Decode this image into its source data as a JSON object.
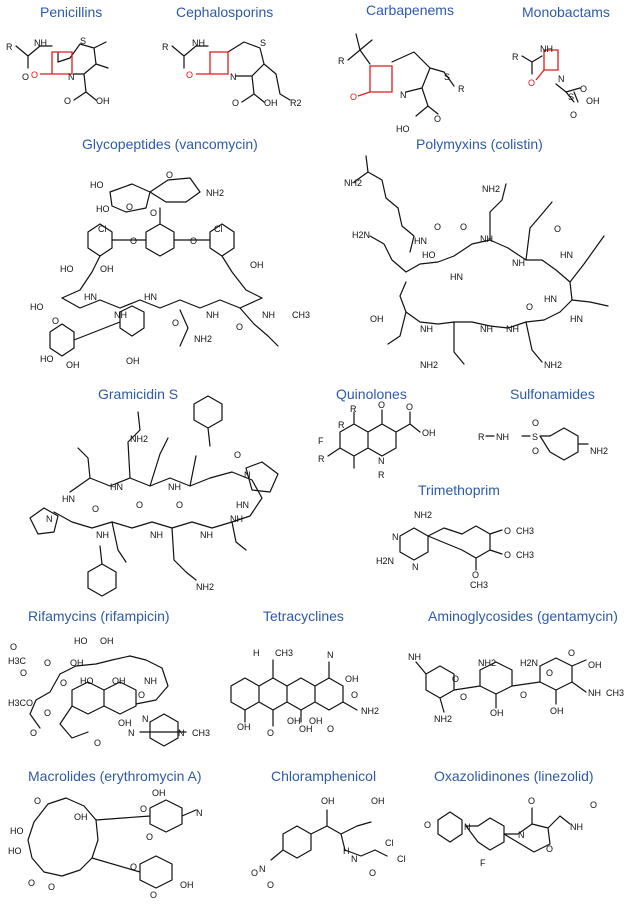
{
  "classes": [
    {
      "id": "penicillins",
      "name": "Penicillins",
      "atoms": [
        "R",
        "NH",
        "S",
        "O",
        "N",
        "OH",
        "O"
      ]
    },
    {
      "id": "cephalosporins",
      "name": "Cephalosporins",
      "atoms": [
        "R",
        "NH",
        "S",
        "O",
        "N",
        "OH",
        "O",
        "R2"
      ]
    },
    {
      "id": "carbapenems",
      "name": "Carbapenems",
      "atoms": [
        "R",
        "S",
        "R",
        "O",
        "N",
        "HO",
        "O"
      ]
    },
    {
      "id": "monobactams",
      "name": "Monobactams",
      "atoms": [
        "R",
        "NH",
        "O",
        "N",
        "S",
        "O",
        "OH",
        "O"
      ]
    },
    {
      "id": "glycopeptides",
      "name": "Glycopeptides (vancomycin)",
      "atoms": [
        "HO",
        "HO",
        "O",
        "O",
        "NH2",
        "O",
        "Cl",
        "Cl",
        "O",
        "O",
        "OH",
        "HO",
        "OH",
        "HN",
        "HN",
        "NH",
        "NH",
        "NH",
        "CH3",
        "HO",
        "O",
        "HO",
        "OH",
        "OH",
        "O",
        "NH2",
        "O"
      ]
    },
    {
      "id": "polymyxins",
      "name": "Polymyxins (colistin)",
      "atoms": [
        "NH2",
        "NH2",
        "H2N",
        "HN",
        "NH",
        "NH",
        "HN",
        "HO",
        "OH",
        "HN",
        "HN",
        "NH",
        "NH",
        "NH",
        "O",
        "O",
        "O",
        "O",
        "NH2",
        "NH2",
        "HN"
      ]
    },
    {
      "id": "gramicidin",
      "name": "Gramicidin S",
      "atoms": [
        "NH2",
        "HN",
        "HN",
        "NH",
        "NH",
        "N",
        "N",
        "O",
        "O",
        "O",
        "O",
        "NH",
        "NH",
        "NH",
        "HN",
        "NH2"
      ]
    },
    {
      "id": "quinolones",
      "name": "Quinolones",
      "atoms": [
        "R",
        "F",
        "R",
        "R",
        "N",
        "O",
        "O",
        "OH",
        "R"
      ]
    },
    {
      "id": "sulfonamides",
      "name": "Sulfonamides",
      "atoms": [
        "R",
        "NH",
        "S",
        "O",
        "O",
        "NH2"
      ]
    },
    {
      "id": "trimethoprim",
      "name": "Trimethoprim",
      "atoms": [
        "NH2",
        "N",
        "N",
        "H2N",
        "O",
        "CH3",
        "O",
        "CH3",
        "O",
        "CH3"
      ]
    },
    {
      "id": "rifamycins",
      "name": "Rifamycins (rifampicin)",
      "atoms": [
        "O",
        "H3C",
        "O",
        "HO",
        "OH",
        "OH",
        "HO",
        "O",
        "OH",
        "NH",
        "H3CO",
        "O",
        "O",
        "O",
        "OH",
        "N",
        "N",
        "N",
        "CH3",
        "O",
        "O"
      ]
    },
    {
      "id": "tetracyclines",
      "name": "Tetracyclines",
      "atoms": [
        "H",
        "CH3",
        "N",
        "OH",
        "OH",
        "OH",
        "O",
        "OH",
        "O",
        "O",
        "NH2",
        "OH"
      ]
    },
    {
      "id": "aminoglycosides",
      "name": "Aminoglycosides (gentamycin)",
      "atoms": [
        "NH",
        "NH2",
        "O",
        "H2N",
        "O",
        "NH2",
        "O",
        "OH",
        "O",
        "O",
        "OH",
        "NH",
        "CH3",
        "OH"
      ]
    },
    {
      "id": "macrolides",
      "name": "Macrolides (erythromycin A)",
      "atoms": [
        "O",
        "HO",
        "OH",
        "HO",
        "O",
        "O",
        "O",
        "N",
        "O",
        "OH",
        "O",
        "O",
        "OH"
      ]
    },
    {
      "id": "chloramphenicol",
      "name": "Chloramphenicol",
      "atoms": [
        "OH",
        "OH",
        "N",
        "O",
        "H",
        "N",
        "Cl",
        "Cl",
        "O",
        "O"
      ]
    },
    {
      "id": "oxazolidinones",
      "name": "Oxazolidinones (linezolid)",
      "atoms": [
        "O",
        "N",
        "N",
        "O",
        "O",
        "NH",
        "O",
        "F"
      ]
    }
  ],
  "colors": {
    "title": "#2e5aa8",
    "beta_lactam": "#e01b1b",
    "bond": "#111111"
  }
}
